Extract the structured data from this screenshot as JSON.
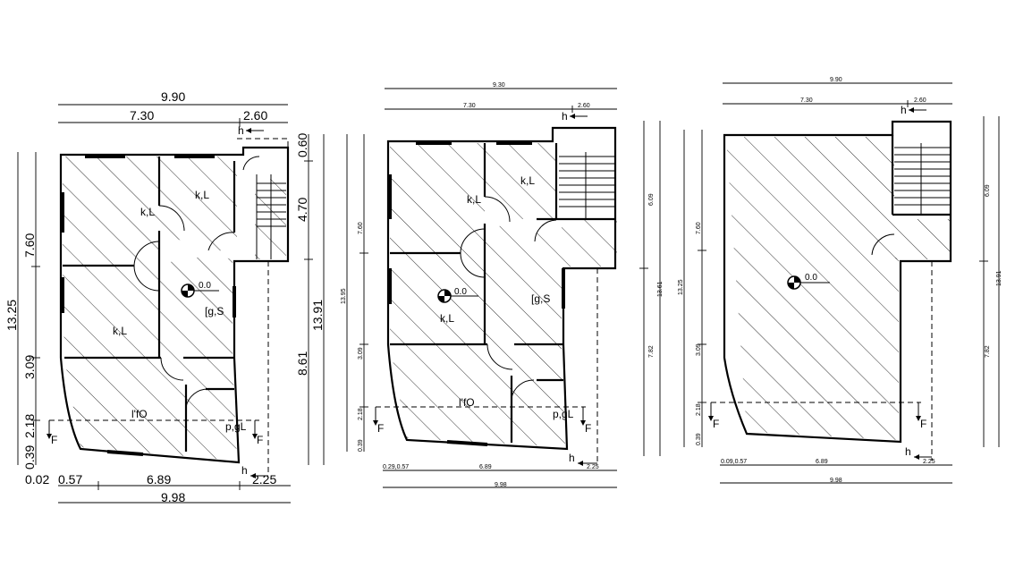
{
  "plans": [
    {
      "dims": {
        "top_total": "9.90",
        "top_left": "7.30",
        "top_right": "2.60",
        "bottom_total": "9.98",
        "bottom_mid": "6.89",
        "bottom_left": "0.02",
        "bottom_left2": "0.57",
        "bottom_right": "2.25",
        "left_total": "13.25",
        "left_a": "7.60",
        "left_b": "3.09",
        "left_c": "2.18",
        "left_d": "0.39",
        "right_a": "0.60",
        "right_b": "4.70",
        "right_total": "13.91",
        "right_c": "8.61"
      },
      "labels": {
        "room1": "k,L",
        "room2": "k,L",
        "room3": "k,L",
        "room4": "[g,S",
        "room5": "l'fO",
        "room6": "p,gL",
        "level": "0.0",
        "h_top": "h",
        "h_bottom": "h",
        "f_left": "F",
        "f_right": "F"
      }
    },
    {
      "dims": {
        "top_total": "9.30",
        "top_left": "7.30",
        "top_right": "2.60",
        "bottom_total": "9.98",
        "bottom_mid": "6.89",
        "bottom_left": "0.29,0.57",
        "bottom_right": "2.25",
        "left_a": "7.60",
        "left_b": "3.09",
        "left_c": "2.18",
        "left_d": "0.39",
        "mid_total": "13.95",
        "right_a": "6.09",
        "right_total": "13.61",
        "right_c": "7.82"
      },
      "labels": {
        "room1": "k,L",
        "room2": "k,L",
        "room3": "k,L",
        "room4": "[g,S",
        "room5": "l'fO",
        "room6": "p,gL",
        "level": "0.0",
        "h_top": "h",
        "h_bottom": "h",
        "f_left": "F",
        "f_right": "F"
      }
    },
    {
      "dims": {
        "top_total": "9.90",
        "top_left": "7.30",
        "top_right": "2.60",
        "bottom_total": "9.98",
        "bottom_mid": "6.89",
        "bottom_left": "0.09,0.57",
        "bottom_right": "2.25",
        "left_total": "13.25",
        "left_a": "7.60",
        "left_b": "3.09",
        "left_c": "2.18",
        "left_d": "0.39",
        "right_a": "6.09",
        "right_total": "13.91",
        "right_c": "7.82"
      },
      "labels": {
        "level": "0.0",
        "h_top": "h",
        "h_bottom": "h",
        "f_left": "F",
        "f_right": "F"
      }
    }
  ]
}
